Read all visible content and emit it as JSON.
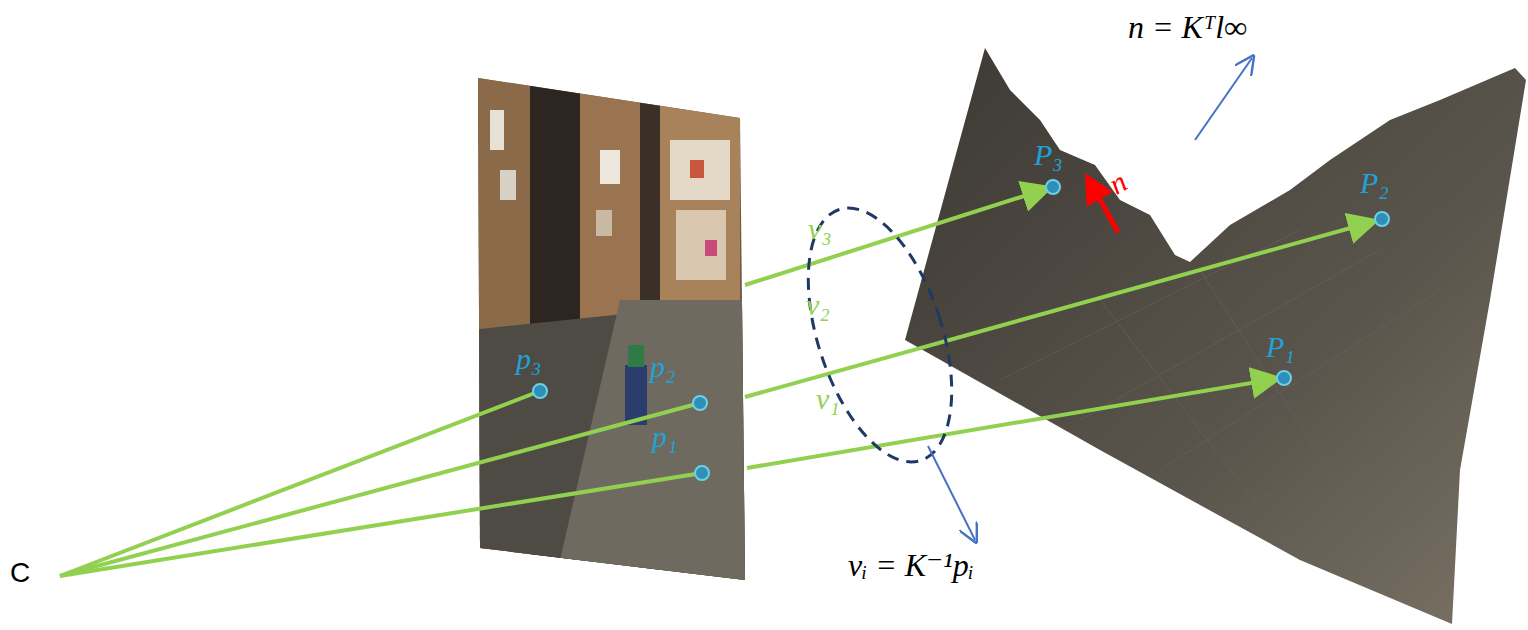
{
  "diagram": {
    "labels": [
      "n = Kᵀl∞",
      "P₃",
      "n",
      "P₂",
      "v₃",
      "v₂",
      "p₃",
      "p₂",
      "P₁",
      "v₁",
      "p₁",
      "C",
      "vᵢ = K⁻¹pᵢ"
    ]
  }
}
